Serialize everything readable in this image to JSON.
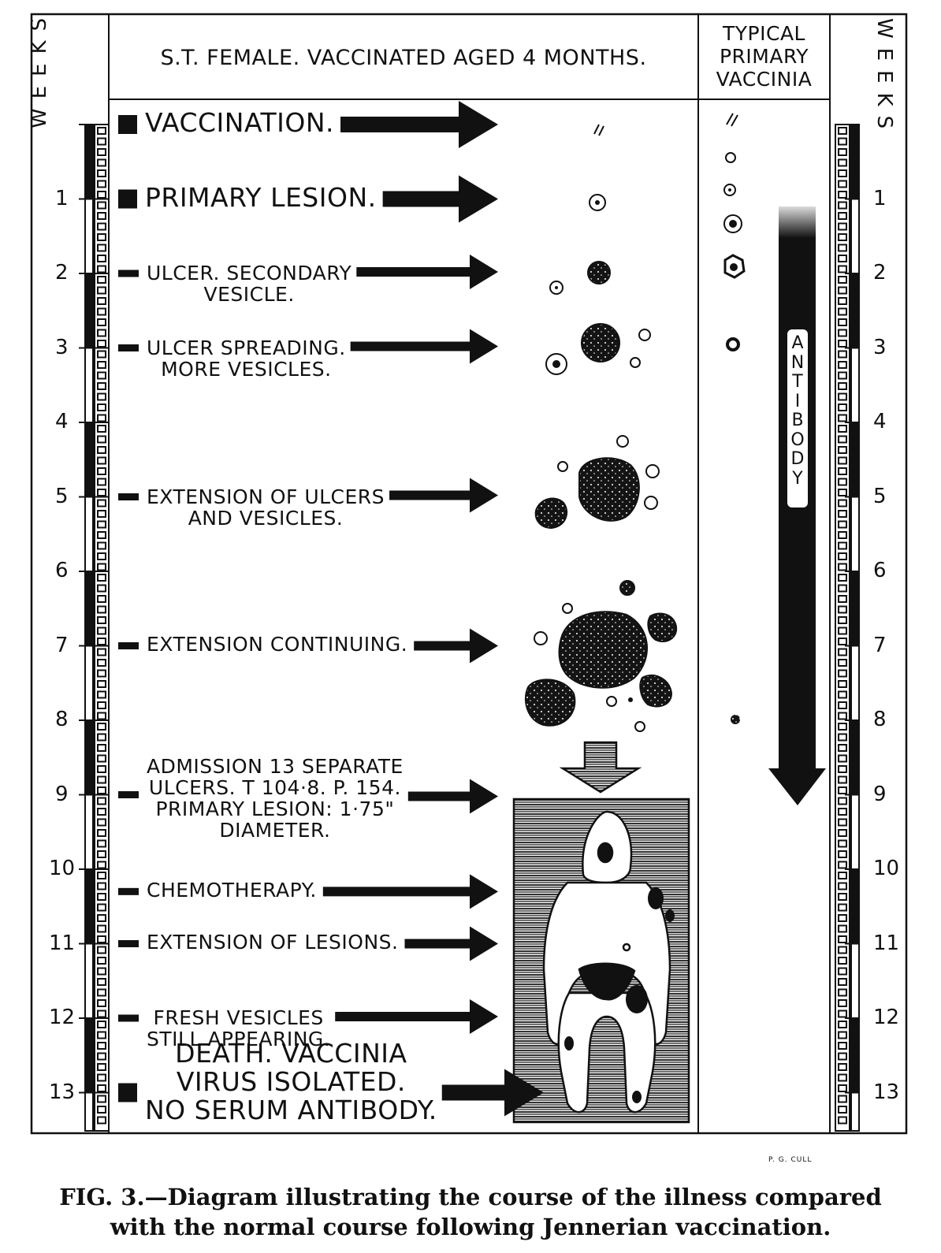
{
  "header": {
    "title": "S.T. FEMALE.  VACCINATED AGED 4 MONTHS.",
    "typical_title": [
      "TYPICAL",
      "PRIMARY",
      "VACCINIA"
    ]
  },
  "weeks_label": "WEEKS",
  "week_numbers": [
    "1",
    "2",
    "3",
    "4",
    "5",
    "6",
    "7",
    "8",
    "9",
    "10",
    "11",
    "12",
    "13"
  ],
  "antibody_label": "ANTIBODY",
  "events": [
    {
      "week": 0.0,
      "lines": [
        "VACCINATION."
      ]
    },
    {
      "week": 1.0,
      "lines": [
        "PRIMARY LESION."
      ]
    },
    {
      "week": 2.0,
      "lines": [
        "ULCER. SECONDARY",
        "VESICLE."
      ]
    },
    {
      "week": 3.0,
      "lines": [
        "ULCER SPREADING.",
        "MORE VESICLES."
      ]
    },
    {
      "week": 5.0,
      "lines": [
        "EXTENSION OF ULCERS",
        "AND VESICLES."
      ]
    },
    {
      "week": 7.0,
      "lines": [
        "EXTENSION CONTINUING."
      ]
    },
    {
      "week": 9.0,
      "lines": [
        "ADMISSION 13 SEPARATE",
        "ULCERS. T 104·8. P. 154.",
        "PRIMARY LESION: 1·75\"",
        "DIAMETER."
      ]
    },
    {
      "week": 10.3,
      "lines": [
        "CHEMOTHERAPY."
      ]
    },
    {
      "week": 11.0,
      "lines": [
        "EXTENSION OF LESIONS."
      ]
    },
    {
      "week": 12.0,
      "lines": [
        "FRESH VESICLES",
        "STILL APPEARING."
      ]
    },
    {
      "week": 13.0,
      "lines": [
        "DEATH. VACCINIA",
        "VIRUS ISOLATED.",
        "NO SERUM ANTIBODY."
      ]
    }
  ],
  "credit": "P. G. CULL",
  "caption": [
    "FIG. 3.—Diagram illustrating the course of the illness compared",
    "with the normal course following Jennerian vaccination."
  ]
}
